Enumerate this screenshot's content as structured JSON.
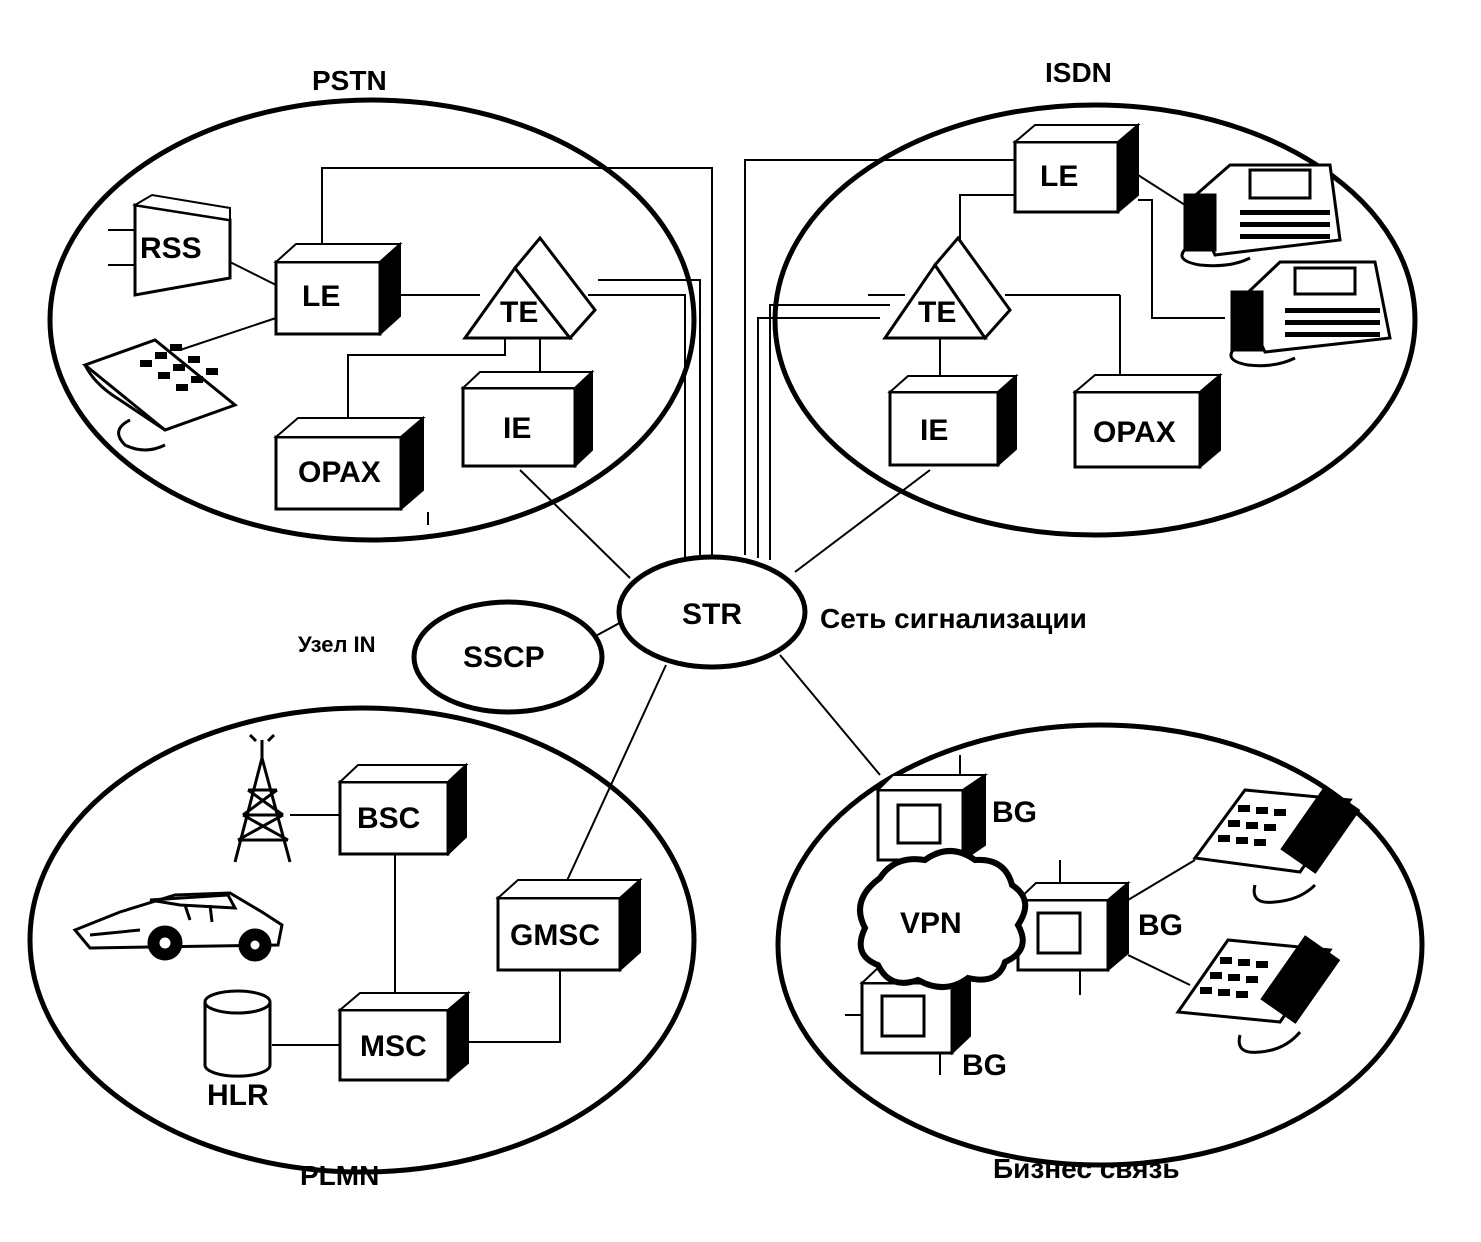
{
  "colors": {
    "ink": "#000000",
    "paper": "#ffffff"
  },
  "networks": {
    "pstn": {
      "label": "PSTN"
    },
    "isdn": {
      "label": "ISDN"
    },
    "plmn": {
      "label": "PLMN"
    },
    "business": {
      "label": "Бизнес связь"
    }
  },
  "nodes": {
    "pstn_rss": "RSS",
    "pstn_le": "LE",
    "pstn_te": "TE",
    "pstn_ie": "IE",
    "pstn_opax": "OPAX",
    "isdn_le": "LE",
    "isdn_te": "TE",
    "isdn_ie": "IE",
    "isdn_opax": "OPAX",
    "str": "STR",
    "sscp": "SSCP",
    "bsc": "BSC",
    "gmsc": "GMSC",
    "msc": "MSC",
    "hlr": "HLR",
    "vpn": "VPN",
    "bg1": "BG",
    "bg2": "BG",
    "bg3": "BG"
  },
  "labels": {
    "signaling_network": "Сеть сигнализации",
    "in_node": "Узел IN"
  },
  "icons": [
    "telephone-icon",
    "isdn-terminal-icon",
    "antenna-tower-icon",
    "car-icon",
    "database-icon",
    "vpn-cloud-icon"
  ]
}
